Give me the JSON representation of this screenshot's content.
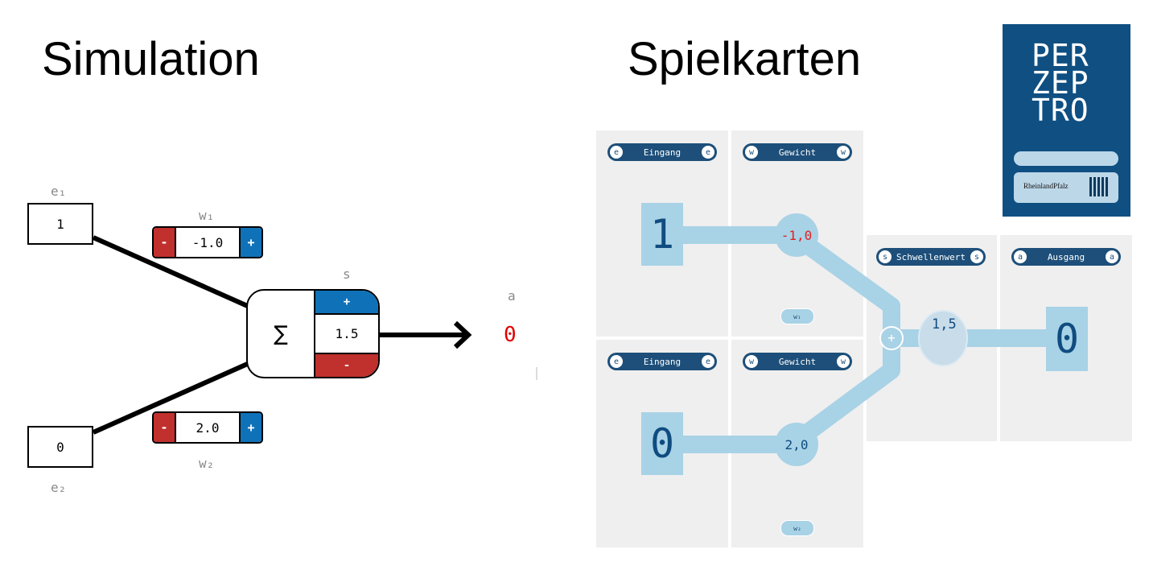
{
  "titles": {
    "simulation": "Simulation",
    "cards": "Spielkarten"
  },
  "simulation": {
    "inputs": [
      {
        "label": "e₁",
        "value": "1"
      },
      {
        "label": "e₂",
        "value": "0"
      }
    ],
    "weights": [
      {
        "label": "w₁",
        "value": "-1.0",
        "minus": "-",
        "plus": "+"
      },
      {
        "label": "w₂",
        "value": "2.0",
        "minus": "-",
        "plus": "+"
      }
    ],
    "neuron": {
      "sum_symbol": "∑",
      "threshold_label": "s",
      "threshold": "1.5",
      "plus": "+",
      "minus": "-"
    },
    "output": {
      "label": "a",
      "value": "0"
    },
    "colors": {
      "minus": "#c0302d",
      "plus": "#0f72b8",
      "output": "#e00000"
    }
  },
  "cards": {
    "eingang_1": {
      "tag": "e",
      "title": "Eingang",
      "value": "1"
    },
    "eingang_2": {
      "tag": "e",
      "title": "Eingang",
      "value": "0"
    },
    "gewicht_1": {
      "tag": "w",
      "title": "Gewicht",
      "value": "-1,0",
      "pill": "w₁"
    },
    "gewicht_2": {
      "tag": "w",
      "title": "Gewicht",
      "value": "2,0",
      "pill": "w₂"
    },
    "schwellenwert": {
      "tag": "s",
      "title": "Schwellenwert",
      "value": "1,5",
      "plus": "+"
    },
    "ausgang": {
      "tag": "a",
      "title": "Ausgang",
      "value": "0"
    },
    "colors": {
      "header": "#1d4f7a",
      "path": "#a8d2e6",
      "negative": "#e02020"
    }
  },
  "logo": {
    "line1": "PER",
    "line2": "ZEP",
    "line3": "TRO",
    "partner": "RheinlandPfalz"
  }
}
